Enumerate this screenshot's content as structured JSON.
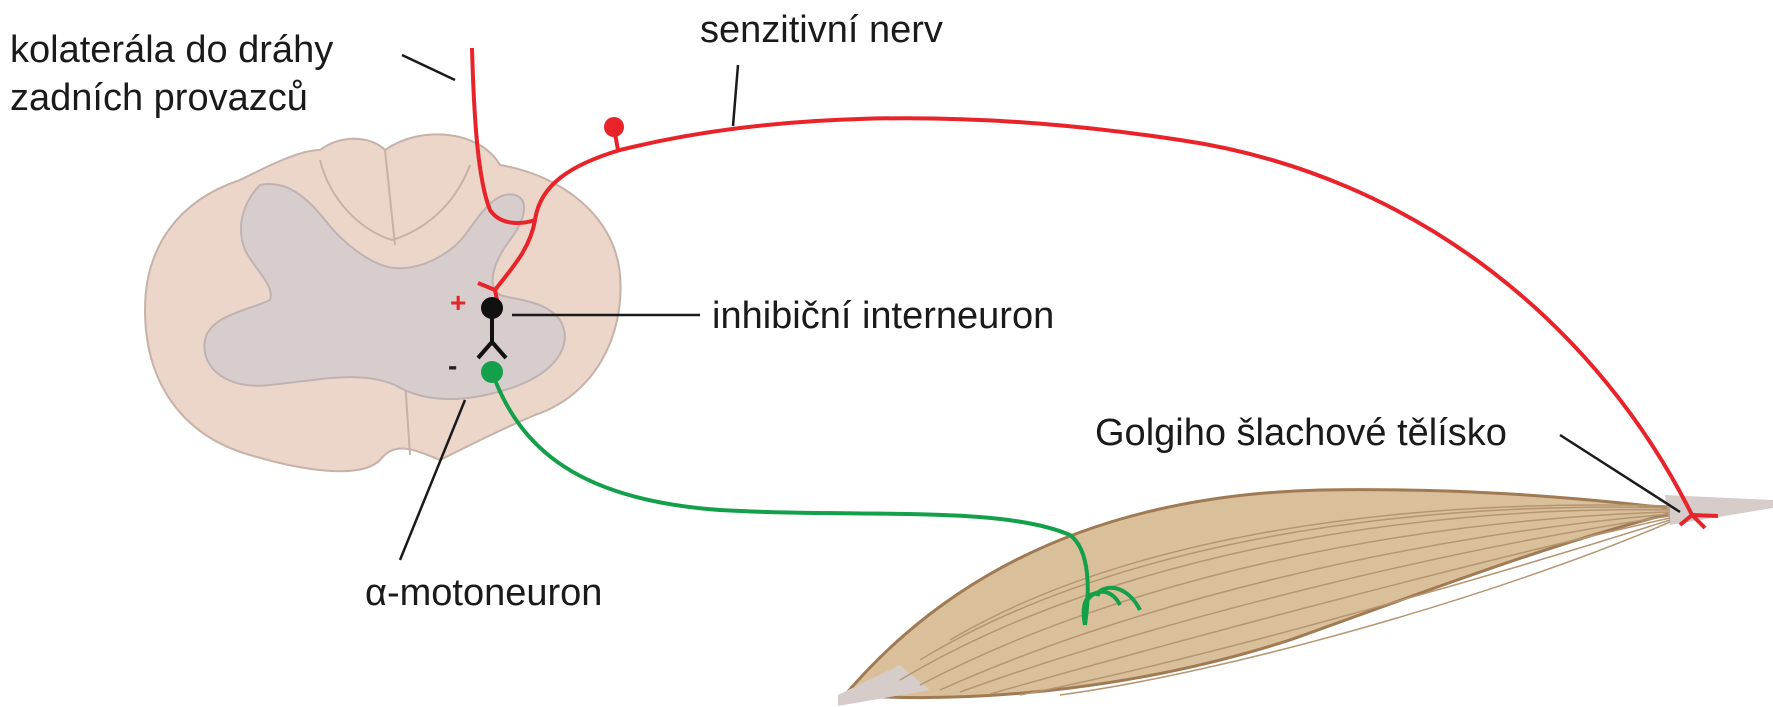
{
  "labels": {
    "collateral_line1": "kolaterála do dráhy",
    "collateral_line2": "zadních provazců",
    "sensory_nerve": "senzitivní nerv",
    "interneuron": "inhibiční interneuron",
    "motoneuron": "α-motoneuron",
    "golgi_organ": "Golgiho šlachové tělísko"
  },
  "signs": {
    "excitatory": "+",
    "inhibitory": "-"
  },
  "colors": {
    "sensory_nerve": "#e8232a",
    "motor_nerve": "#14a04a",
    "interneuron": "#111111",
    "white_matter": "#ecd6c9",
    "grey_matter": "#d8cdcd",
    "muscle": "#d9bf9a",
    "muscle_outline": "#a07a52",
    "tendon": "#d6cdcb"
  }
}
